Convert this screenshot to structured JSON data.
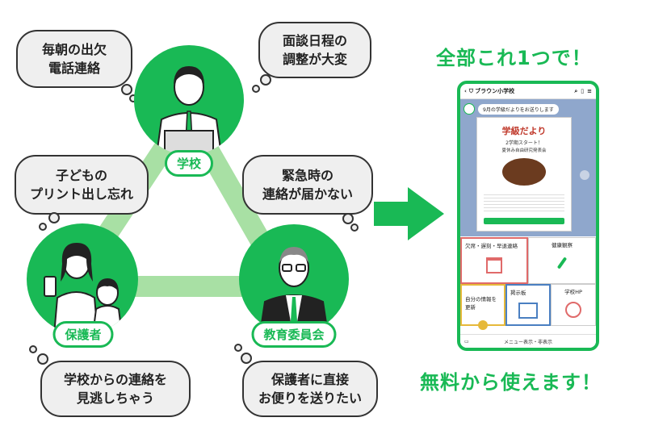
{
  "roles": {
    "school": "学校",
    "guardian": "保護者",
    "board": "教育委員会"
  },
  "bubbles": {
    "attendance": "毎朝の出欠\n電話連絡",
    "meeting": "面談日程の\n調整が大変",
    "print": "子どもの\nプリント出し忘れ",
    "emergency": "緊急時の\n連絡が届かない",
    "missed": "学校からの連絡を\n見逃しちゃう",
    "direct": "保護者に直接\nお便りを送りたい"
  },
  "headline_top": "全部これ1つで！",
  "headline_bottom": "無料から使えます！",
  "phone": {
    "header_title": "ブラウン小学校",
    "chat_message": "9月の学級だよりをお送りします",
    "newsletter_title": "学級だより",
    "newsletter_sub": "2学期スタート！",
    "newsletter_sub2": "夏休み自由研究発表会",
    "tiles": {
      "absence": "欠席・遅刻・早退連絡",
      "health": "健康観察",
      "profile": "自分の情報を\n更新",
      "board": "掲示板",
      "website": "学校HP"
    },
    "footer": "メニュー表示・非表示"
  },
  "colors": {
    "brand_green": "#19b955",
    "triangle_green": "#a8e0a4",
    "chat_blue": "#8fa7cc"
  }
}
